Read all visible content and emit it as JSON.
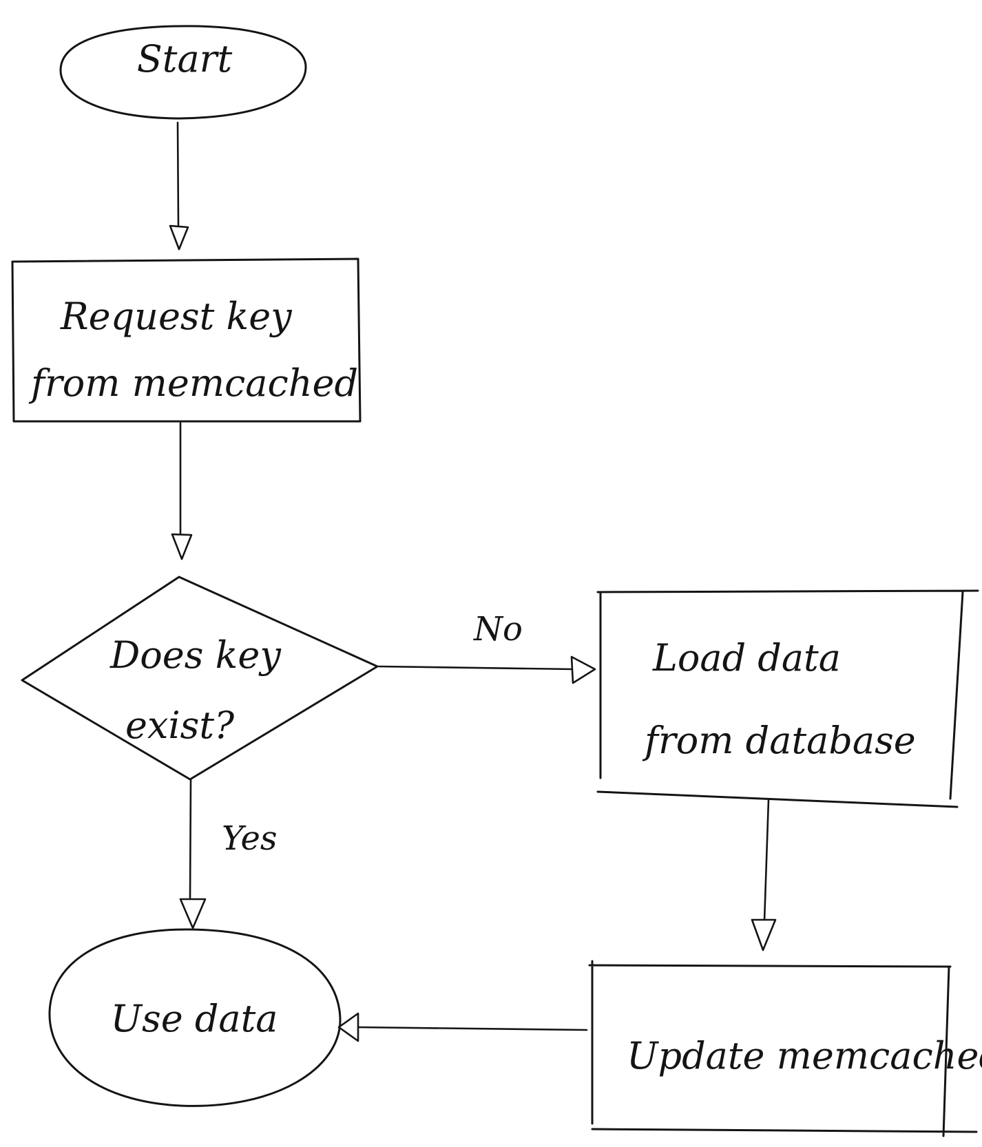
{
  "diagram": {
    "ink_color": "#141414",
    "background_color": "#ffffff",
    "nodes": {
      "start": {
        "label": "Start"
      },
      "request": {
        "line1": "Request key",
        "line2": "from memcached"
      },
      "decision": {
        "line1": "Does key",
        "line2": "exist?"
      },
      "load": {
        "line1": "Load data",
        "line2": "from database"
      },
      "use": {
        "label": "Use data"
      },
      "update": {
        "label": "Update memcached"
      }
    },
    "edges": {
      "no_label": "No",
      "yes_label": "Yes"
    }
  }
}
